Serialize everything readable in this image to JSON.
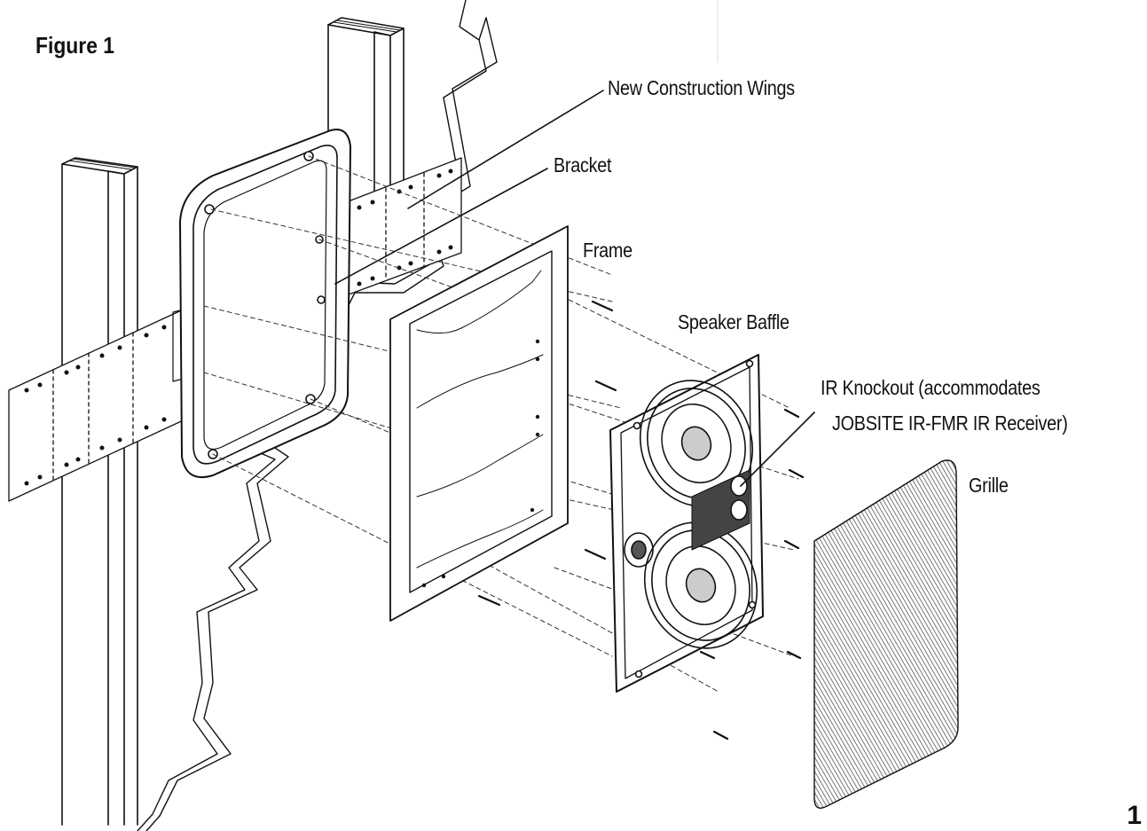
{
  "figure": {
    "title": "Figure 1",
    "page_number": "1"
  },
  "labels": {
    "wings": "New Construction Wings",
    "bracket": "Bracket",
    "frame": "Frame",
    "baffle": "Speaker Baffle",
    "ir_line1": "IR Knockout (accommodates",
    "ir_line2": "JOBSITE IR-FMR IR Receiver)",
    "grille": "Grille"
  }
}
